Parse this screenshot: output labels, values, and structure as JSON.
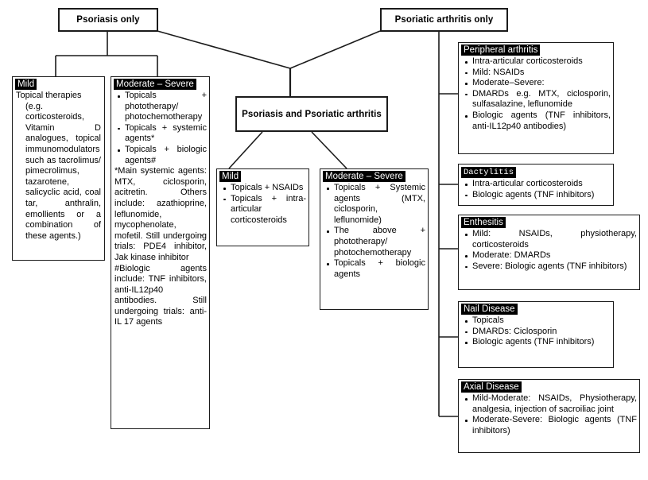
{
  "diagram": {
    "title": "Treatment algorithm for psoriasis and psoriatic arthritis",
    "background": "#ffffff",
    "line_color": "#1b1b1b",
    "highlight_bg": "#000000",
    "highlight_fg": "#ffffff"
  },
  "roots": {
    "psoriasis_only": "Psoriasis only",
    "psoriatic_arthritis_only": "Psoriatic arthritis only",
    "both": "Psoriasis and Psoriatic arthritis"
  },
  "psoriasis_only_branch": {
    "mild": {
      "header": "Mild",
      "paragraph_lead": "Topical therapies",
      "paragraph_rest": "(e.g. corticosteroids, Vitamin D analogues, topical immunomodulators such as tacrolimus/ pimecrolimus, tazarotene, salicyclic acid, coal tar, anthralin, emollients or a combination of these agents.)"
    },
    "moderate_severe": {
      "header": "Moderate  –  Severe",
      "items": [
        "Topicals + phototherapy/ photochemotherapy",
        "Topicals + systemic agents*",
        "Topicals + biologic agents#"
      ],
      "footnote_systemic": "*Main systemic agents: MTX, ciclosporin, acitretin. Others include: azathioprine, leflunomide, mycophenolate, mofetil. Still undergoing trials: PDE4 inhibitor, Jak kinase inhibitor",
      "footnote_biologic": "#Biologic agents include: TNF inhibitors, anti-IL12p40 antibodies. Still undergoing trials: anti-IL 17 agents"
    }
  },
  "both_branch": {
    "mild": {
      "header": "Mild",
      "items": [
        "Topicals + NSAIDs",
        "Topicals + intra-articular corticosteroids"
      ]
    },
    "moderate_severe": {
      "header": "Moderate  –  Severe",
      "items": [
        "Topicals + Systemic agents (MTX, ciclosporin, leflunomide)",
        "The above + phototherapy/ photochemotherapy",
        "Topicals + biologic agents"
      ]
    }
  },
  "psa_only_branch": {
    "peripheral_arthritis": {
      "header": "Peripheral  arthritis",
      "items": [
        "Intra-articular  corticosteroids",
        "Mild:  NSAIDs",
        "Moderate–Severe:",
        "DMARDs e.g. MTX, ciclosporin, sulfasalazine,  leflunomide",
        "Biologic agents (TNF inhibitors, anti-IL12p40  antibodies)"
      ]
    },
    "dactylitis": {
      "header": "Dactylitis",
      "items": [
        "Intra-articular  corticosteroids",
        "Biologic agents (TNF inhibitors)"
      ]
    },
    "enthesitis": {
      "header": "Enthesitis",
      "items": [
        "Mild: NSAIDs, physiotherapy, corticosteroids",
        "Moderate:  DMARDs",
        "Severe: Biologic agents (TNF inhibitors)"
      ]
    },
    "nail_disease": {
      "header": "Nail  Disease",
      "items": [
        "Topicals",
        "DMARDs:  Ciclosporin",
        "Biologic agents (TNF inhibitors)"
      ]
    },
    "axial_disease": {
      "header": "Axial  Disease",
      "items": [
        "Mild-Moderate: NSAIDs, Physiotherapy, analgesia, injection of sacroiliac joint",
        "Moderate-Severe: Biologic agents (TNF inhibitors)"
      ]
    }
  }
}
